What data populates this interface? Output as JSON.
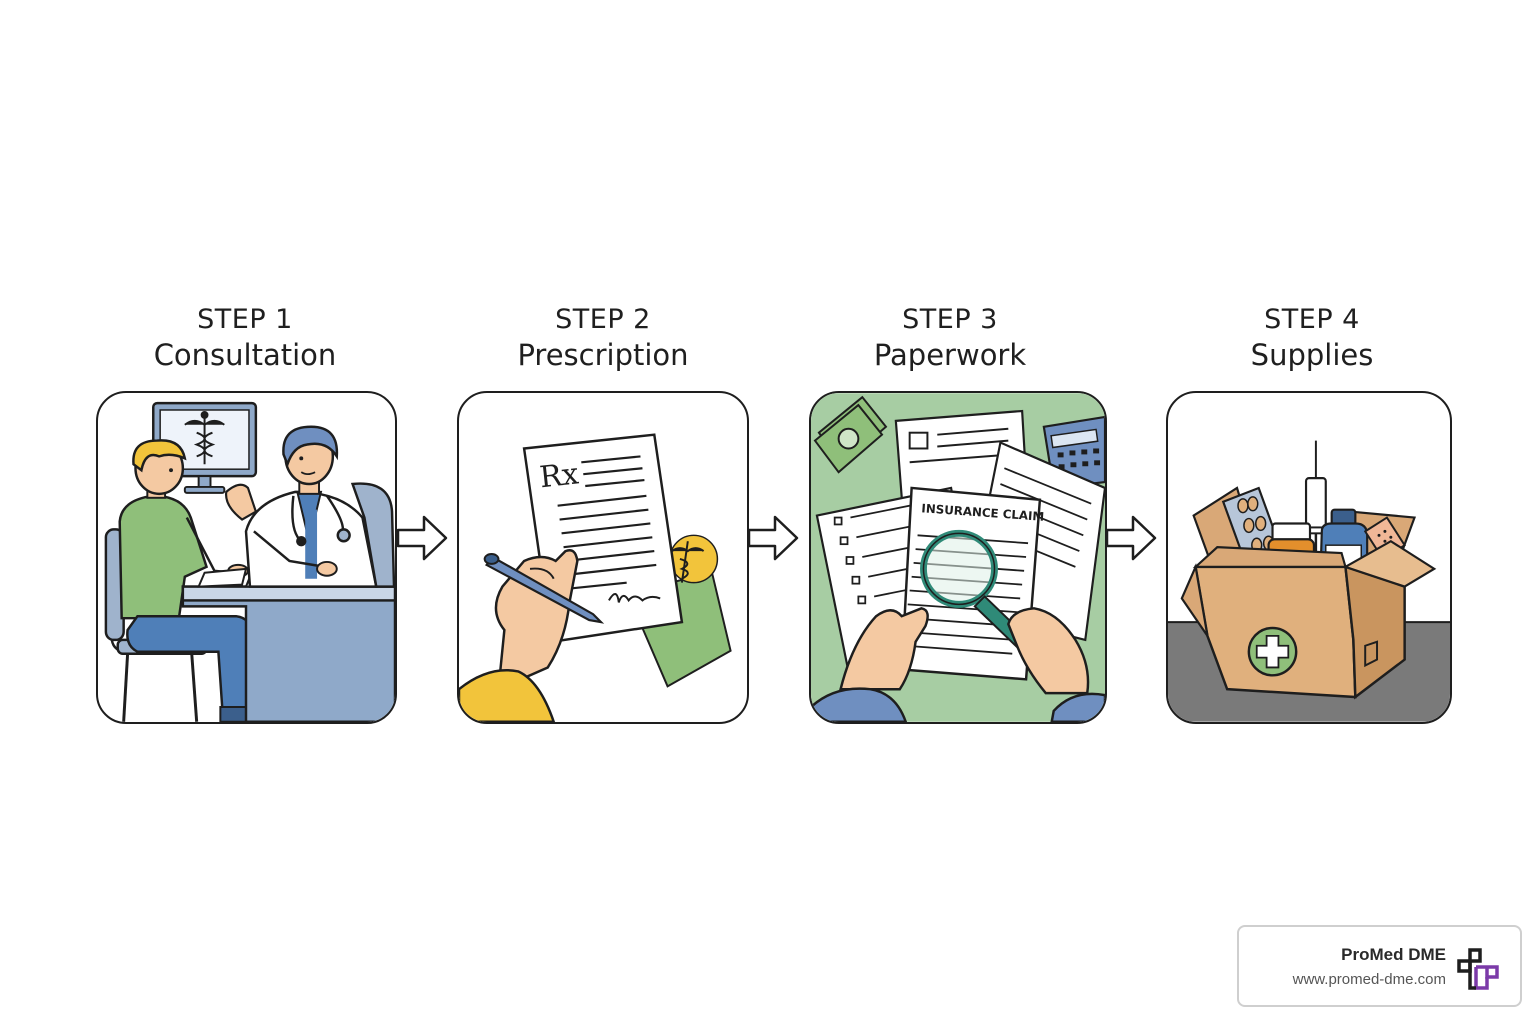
{
  "steps": [
    {
      "number": "STEP 1",
      "title": "Consultation"
    },
    {
      "number": "STEP 2",
      "title": "Prescription"
    },
    {
      "number": "STEP 3",
      "title": "Paperwork"
    },
    {
      "number": "STEP 4",
      "title": "Supplies"
    }
  ],
  "illustration_text": {
    "rx": "Rx",
    "insurance_claim": "INSURANCE CLAIM"
  },
  "brand": {
    "name": "ProMed DME",
    "url": "www.promed-dme.com"
  },
  "colors": {
    "green": "#8fbf7a",
    "blue": "#7f9cc1",
    "yellow": "#f2c43b",
    "skin": "#f4c9a2",
    "cardboard": "#e0b07d",
    "purple": "#7b3aa8"
  }
}
